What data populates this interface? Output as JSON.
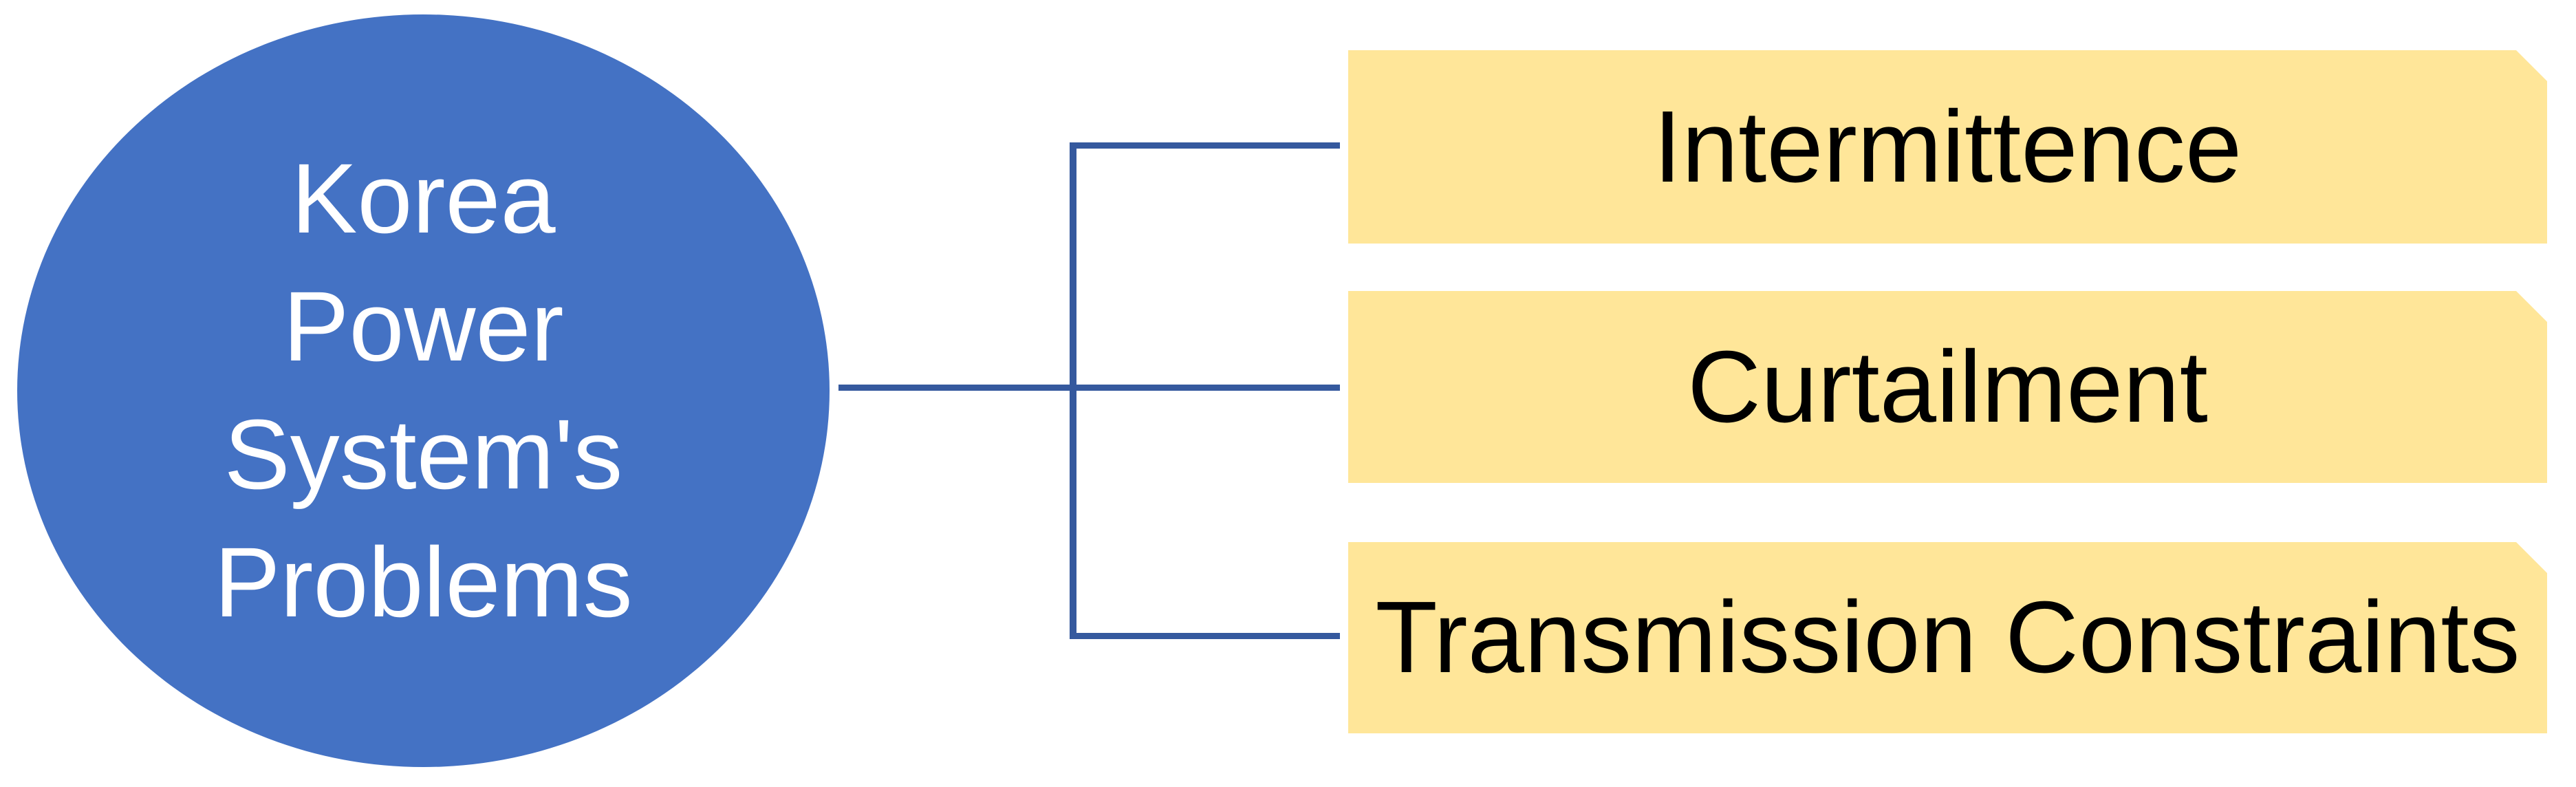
{
  "colors": {
    "background": "#FFFFFF",
    "root_fill": "#4472C4",
    "root_text": "#FFFFFF",
    "connector": "#35599E",
    "branch_fill": "#FFE699",
    "branch_text": "#000000"
  },
  "root": {
    "lines": [
      "Korea",
      "Power",
      "System's",
      "Problems"
    ]
  },
  "branches": [
    {
      "label": "Intermittence"
    },
    {
      "label": "Curtailment"
    },
    {
      "label": "Transmission Constraints"
    }
  ]
}
